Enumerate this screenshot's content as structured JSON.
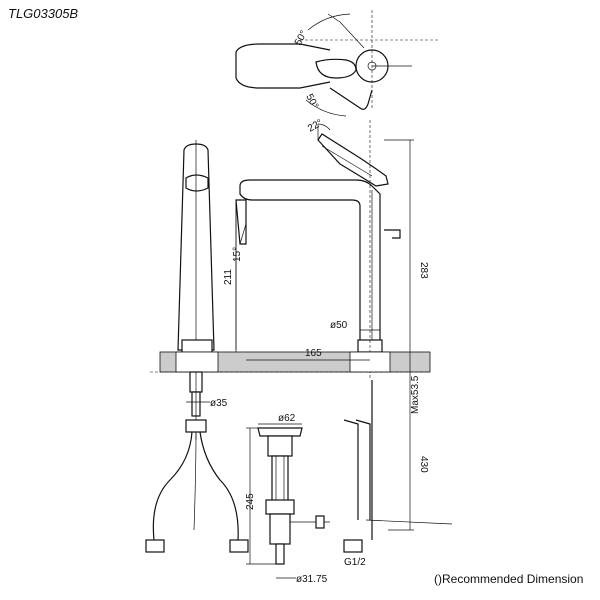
{
  "header": {
    "model_code": "TLG03305B"
  },
  "dimensions": {
    "angle_top_upper": "50°",
    "angle_top_lower": "50°",
    "angle_lever": "22°",
    "angle_spout": "15°",
    "spout_height": "211",
    "overall_height": "283",
    "base_diameter": "ø50",
    "spout_reach": "165",
    "max_counter": "Max53.5",
    "shank_diameter": "ø35",
    "pop_up_diameter": "ø62",
    "waste_length": "245",
    "hose_length": "430",
    "thread": "G1/2",
    "waste_diameter": "ø31.75"
  },
  "footer": {
    "caption": "()Recommended Dimension"
  }
}
